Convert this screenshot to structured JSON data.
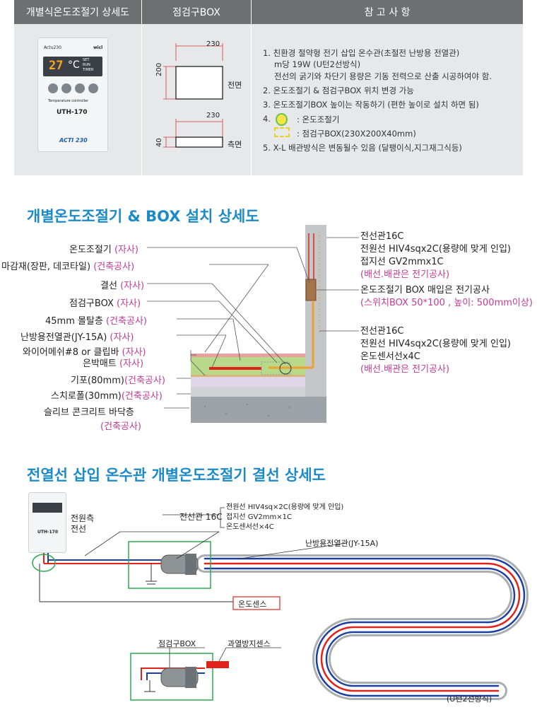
{
  "table": {
    "headers": [
      "개별식온도조절기 상세도",
      "점검구BOX",
      "참 고 사 항"
    ],
    "controller": {
      "brand_top": "Actu230",
      "brand_right": "wicl",
      "display": "27",
      "unit": "°C",
      "buttons": [
        "SET",
        "RUN",
        "TIMER"
      ],
      "caption": "Temperature controller",
      "model": "UTH-170",
      "logo": "ACTI 230"
    },
    "box": {
      "front_width": "230",
      "front_height": "200",
      "front_label": "전면",
      "side_width": "230",
      "side_height": "40",
      "side_label": "측면"
    },
    "notes": [
      "1. 친환경 절약형 전기 삽입 온수관(초절전 난방용 전열관)",
      "m당 19W (U턴2선방식)",
      "전선의 굵기와 차단기 용량은 기동 전력으로 산출 시공하여야 함.",
      "2. 온도조절기 & 점검구BOX 위치 변경 가능",
      "3. 온도조절기BOX 높이는 작동하기 (편한 높이로 설치 하면 됨)",
      "4.",
      ": 온도조절기",
      ": 점검구BOX(230X200X40mm)",
      "5. X-L 배관방식은 변동될수 있음 (달팽이식,지그재그식등)"
    ]
  },
  "section2": {
    "title": "개별온도조절기 & BOX 설치 상세도",
    "left_labels": [
      {
        "text": "온도조절기 ",
        "sub": "(자사)"
      },
      {
        "text": "마감재(장판, 데코타일) ",
        "sub": "(건축공사)"
      },
      {
        "text": "결선 ",
        "sub": "(자사)"
      },
      {
        "text": "점검구BOX ",
        "sub": "(자사)"
      },
      {
        "text": "45mm 몰탈층 ",
        "sub": "(건축공사)"
      },
      {
        "text": "난방용전열관(JY-15A) ",
        "sub": "(자사)"
      },
      {
        "text": "와이어메쉬#8 or 클립바 ",
        "sub": "(자사)"
      },
      {
        "text": "은박매트 ",
        "sub": "(자사)"
      },
      {
        "text": "기포(80mm)",
        "sub": "(건축공사)"
      },
      {
        "text": "스치로폴(30mm)",
        "sub": "(건축공사)"
      },
      {
        "text": "슬리브 콘크리트 바닥층",
        "sub": ""
      },
      {
        "text": "(건축공사)",
        "sub": ""
      }
    ],
    "right_top": [
      "전선관16C",
      "전원선 HIV4sqx2C(용량에 맞게 인입)",
      "접지선 GV2mmx1C",
      "(배선.배관은 전기공사)"
    ],
    "right_mid": [
      "온도조절기 BOX 매입은 전기공사",
      "(스위치BOX 50*100 , 높이: 500mm이상)"
    ],
    "right_bot": [
      "전선관16C",
      "전원선 HIV4sqx2C(용량에 맞게 인입)",
      "온도센서선x4C",
      "(배선.배관은 전기공사)"
    ]
  },
  "section3": {
    "title": "전열선 삽입 온수관 개별온도조절기 결선 상세도",
    "power_label": [
      "전원측",
      "전선"
    ],
    "conduit": "전선관 16C",
    "wires": [
      "전원선 HIV4sq×2C(용량에 맞게 인입)",
      "접지선 GV2mm×1C",
      "온도센서선×4C"
    ],
    "pipe": "난방용전열관(JY-15A)",
    "sensor": "온도센스",
    "box": "점검구BOX",
    "overheat": "과열방지센스",
    "method": "(U턴2선방식)",
    "mini_model": "UTH-170"
  },
  "colors": {
    "header_bg": "#6e6f71",
    "table_bg": "#e7e8e9",
    "title_blue": "#1b8ac9",
    "pink": "#c23b95",
    "wire_red": "#e2231a",
    "wire_blue": "#1d3fa5",
    "box_green": "#2fa84f",
    "sensor_red": "#e2231a",
    "pipe_gray": "#a9aeb3"
  }
}
